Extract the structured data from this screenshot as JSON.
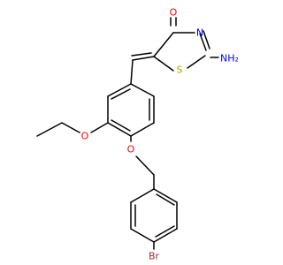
{
  "molecule": {
    "atoms": {
      "o_carbonyl": {
        "text": "O",
        "color": "#FF0000"
      },
      "n_ring": {
        "text": "N",
        "color": "#0000FF"
      },
      "nh2": {
        "text": "NH₂",
        "color": "#0000FF"
      },
      "s_ring": {
        "text": "S",
        "color": "#B8A400"
      },
      "o_ethoxy": {
        "text": "O",
        "color": "#FF0000"
      },
      "o_ether": {
        "text": "O",
        "color": "#FF0000"
      },
      "br": {
        "text": "Br",
        "color": "#A52A2A"
      }
    },
    "bond_color": "#000000",
    "background": "#ffffff"
  }
}
